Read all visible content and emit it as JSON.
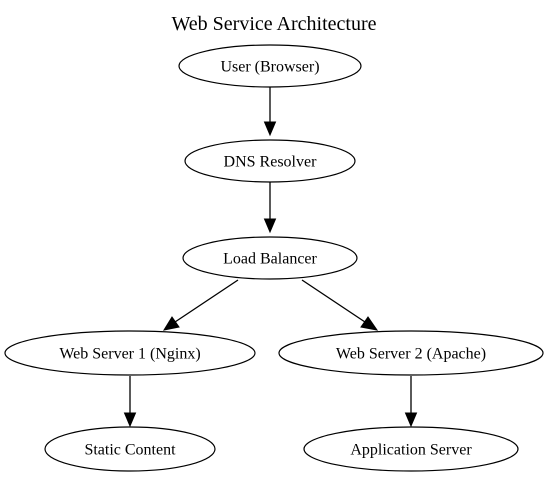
{
  "title": "Web Service Architecture",
  "nodes": {
    "user": {
      "label": "User (Browser)"
    },
    "dns": {
      "label": "DNS Resolver"
    },
    "lb": {
      "label": "Load Balancer"
    },
    "web1": {
      "label": "Web Server 1 (Nginx)"
    },
    "web2": {
      "label": "Web Server 2 (Apache)"
    },
    "static": {
      "label": "Static Content"
    },
    "app": {
      "label": "Application Server"
    }
  },
  "edges": [
    {
      "from": "user",
      "to": "dns"
    },
    {
      "from": "dns",
      "to": "lb"
    },
    {
      "from": "lb",
      "to": "web1"
    },
    {
      "from": "lb",
      "to": "web2"
    },
    {
      "from": "web1",
      "to": "static"
    },
    {
      "from": "web2",
      "to": "app"
    }
  ],
  "colors": {
    "stroke": "#000000",
    "fill": "#ffffff",
    "text": "#000000"
  }
}
